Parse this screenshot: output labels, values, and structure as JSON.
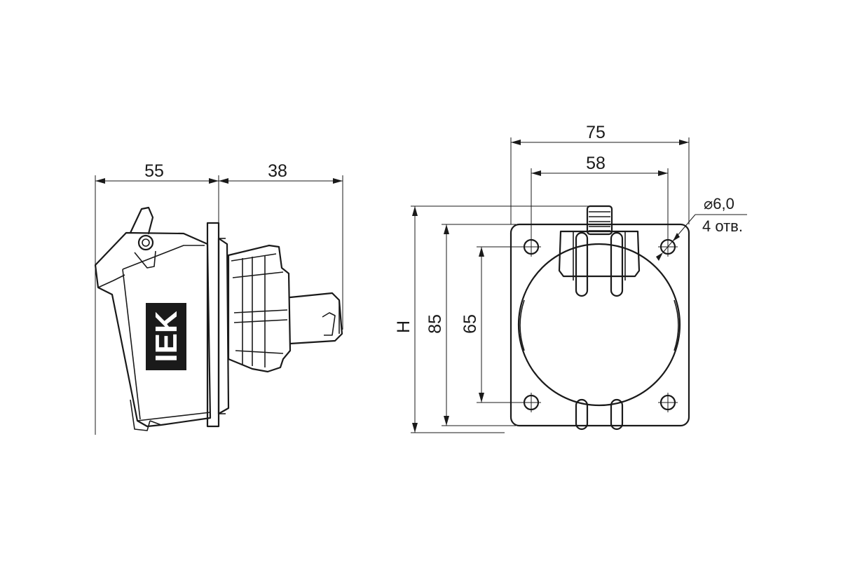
{
  "side_view": {
    "dim_width": "55",
    "dim_depth": "38",
    "logo": "IEK"
  },
  "front_view": {
    "dim_width_outer": "75",
    "dim_width_holes": "58",
    "dim_height_total": "H",
    "dim_height_outer": "85",
    "dim_height_holes": "65",
    "hole_diameter": "⌀6,0",
    "hole_count": "4 отв."
  }
}
